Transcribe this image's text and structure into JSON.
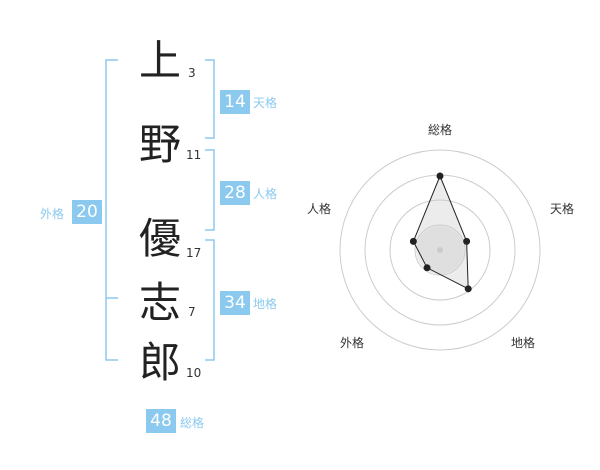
{
  "chars": [
    {
      "ch": "上",
      "strokes": "3"
    },
    {
      "ch": "野",
      "strokes": "11"
    },
    {
      "ch": "優",
      "strokes": "17"
    },
    {
      "ch": "志",
      "strokes": "7"
    },
    {
      "ch": "郎",
      "strokes": "10"
    }
  ],
  "badges": {
    "tenkaku": {
      "value": "14",
      "label": "天格"
    },
    "jinkaku": {
      "value": "28",
      "label": "人格"
    },
    "chikaku": {
      "value": "34",
      "label": "地格"
    },
    "gaikaku": {
      "value": "20",
      "label": "外格"
    },
    "soukaku": {
      "value": "48",
      "label": "総格"
    }
  },
  "chart_data": {
    "type": "radar",
    "axes": [
      "総格",
      "天格",
      "地格",
      "外格",
      "人格"
    ],
    "values": [
      0.74,
      0.28,
      0.48,
      0.22,
      0.28
    ],
    "ring_count": 4
  },
  "colors": {
    "accent": "#8bc9ef",
    "text": "#222222"
  }
}
